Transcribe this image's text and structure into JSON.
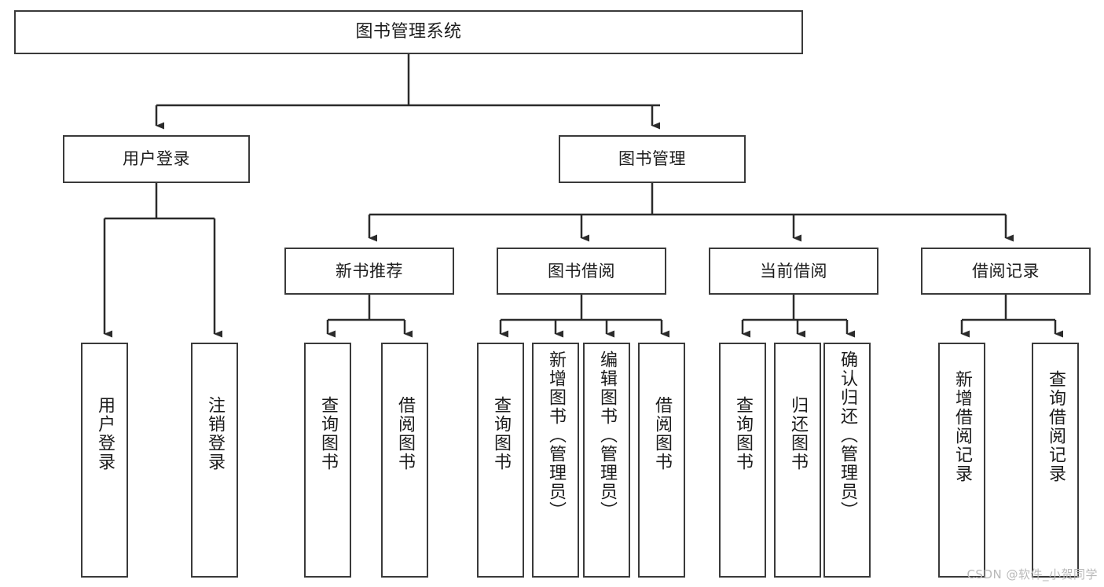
{
  "diagram": {
    "title": "图书管理系统",
    "type": "tree",
    "watermark": "CSDN @软件_小贺同学",
    "colors": {
      "box_border": "#3a3a3a",
      "box_fill": "#ffffff",
      "connector": "#2b2b2b",
      "text": "#1c1c1c",
      "watermark": "#b9b9b9"
    },
    "levels": {
      "root": "图书管理系统",
      "level2": [
        "用户登录",
        "图书管理"
      ],
      "level3": [
        "新书推荐",
        "图书借阅",
        "当前借阅",
        "借阅记录"
      ],
      "leaves": [
        "用户登录",
        "注销登录",
        "查询图书",
        "借阅图书",
        "查询图书",
        "新增图书（管理员）",
        "编辑图书（管理员）",
        "借阅图书",
        "查询图书",
        "归还图书",
        "确认归还（管理员）",
        "新增借阅记录",
        "查询借阅记录"
      ]
    }
  },
  "nodes": {
    "root": {
      "label": "图书管理系统"
    },
    "user_login": {
      "label": "用户登录"
    },
    "book_manage": {
      "label": "图书管理"
    },
    "new_book_rec": {
      "label": "新书推荐"
    },
    "book_borrow": {
      "label": "图书借阅"
    },
    "current_borrow": {
      "label": "当前借阅"
    },
    "borrow_record": {
      "label": "借阅记录"
    },
    "leaf_user_login": {
      "label": "用户登录"
    },
    "leaf_logout": {
      "label": "注销登录"
    },
    "leaf_query_book_1": {
      "label": "查询图书"
    },
    "leaf_borrow_book_1": {
      "label": "借阅图书"
    },
    "leaf_query_book_2": {
      "label": "查询图书"
    },
    "leaf_add_book": {
      "label": "新增图书（管理员）"
    },
    "leaf_edit_book": {
      "label": "编辑图书（管理员）"
    },
    "leaf_borrow_book_2": {
      "label": "借阅图书"
    },
    "leaf_query_book_3": {
      "label": "查询图书"
    },
    "leaf_return_book": {
      "label": "归还图书"
    },
    "leaf_confirm_return": {
      "label": "确认归还（管理员）"
    },
    "leaf_add_record": {
      "label": "新增借阅记录"
    },
    "leaf_query_record": {
      "label": "查询借阅记录"
    }
  },
  "footer": {
    "watermark": "CSDN @软件_小贺同学"
  }
}
